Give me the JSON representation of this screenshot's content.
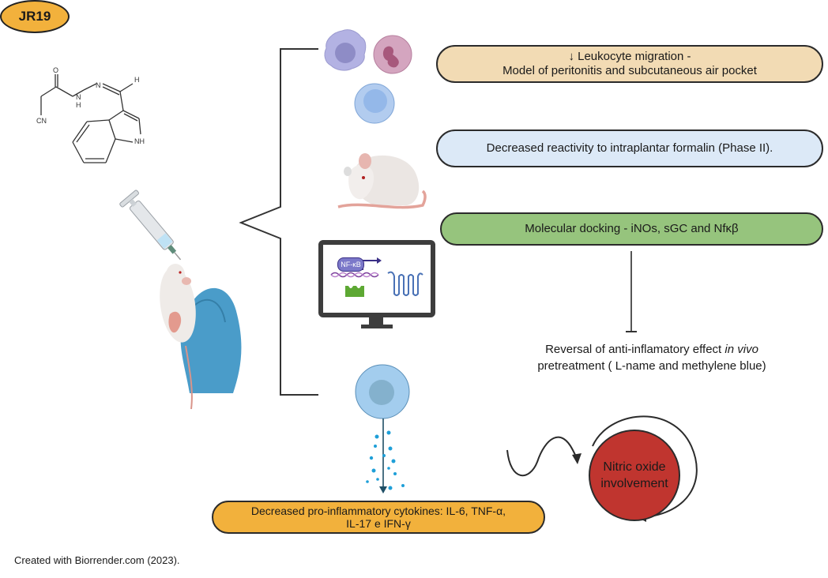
{
  "compound": {
    "label": "JR19",
    "structure_atoms": [
      "O",
      "N",
      "N",
      "H",
      "H",
      "CN",
      "NH"
    ],
    "color": "#f2b13c"
  },
  "left_illustration": {
    "syringe": "syringe-icon",
    "mouse_in_hand": "mouse-gavage-illustration"
  },
  "findings": [
    {
      "id": "leukocyte",
      "icon": "leukocyte-cells-icon",
      "lines": [
        "↓ Leukocyte migration -",
        "Model of peritonitis and subcutaneous air pocket"
      ],
      "color": "#f2dbb4"
    },
    {
      "id": "formalin",
      "icon": "mouse-icon",
      "lines": [
        "Decreased reactivity to intraplantar formalin (Phase II)."
      ],
      "color": "#dce9f7"
    },
    {
      "id": "docking",
      "icon": "computer-docking-icon",
      "lines": [
        "Molecular docking - iNOs, sGC and Nfκβ"
      ],
      "color": "#96c47d"
    },
    {
      "id": "cytokines",
      "icon": "cell-secretion-icon",
      "lines": [
        "Decreased pro-inflammatory cytokines: IL-6, TNF-α,",
        "IL-17 e IFN-γ"
      ],
      "color": "#f2b13c"
    }
  ],
  "monitor_labels": {
    "nfkb": "NF-κB"
  },
  "reversal": {
    "line1_prefix": "Reversal of anti-inflamatory effect ",
    "line1_italic": "in vivo",
    "line2": "pretreatment ( L-name and methylene blue)"
  },
  "nitric_oxide": {
    "lines": [
      "Nitric oxide",
      "involvement"
    ],
    "color": "#c0352f"
  },
  "credit": "Created with  Biorrender.com (2023)."
}
